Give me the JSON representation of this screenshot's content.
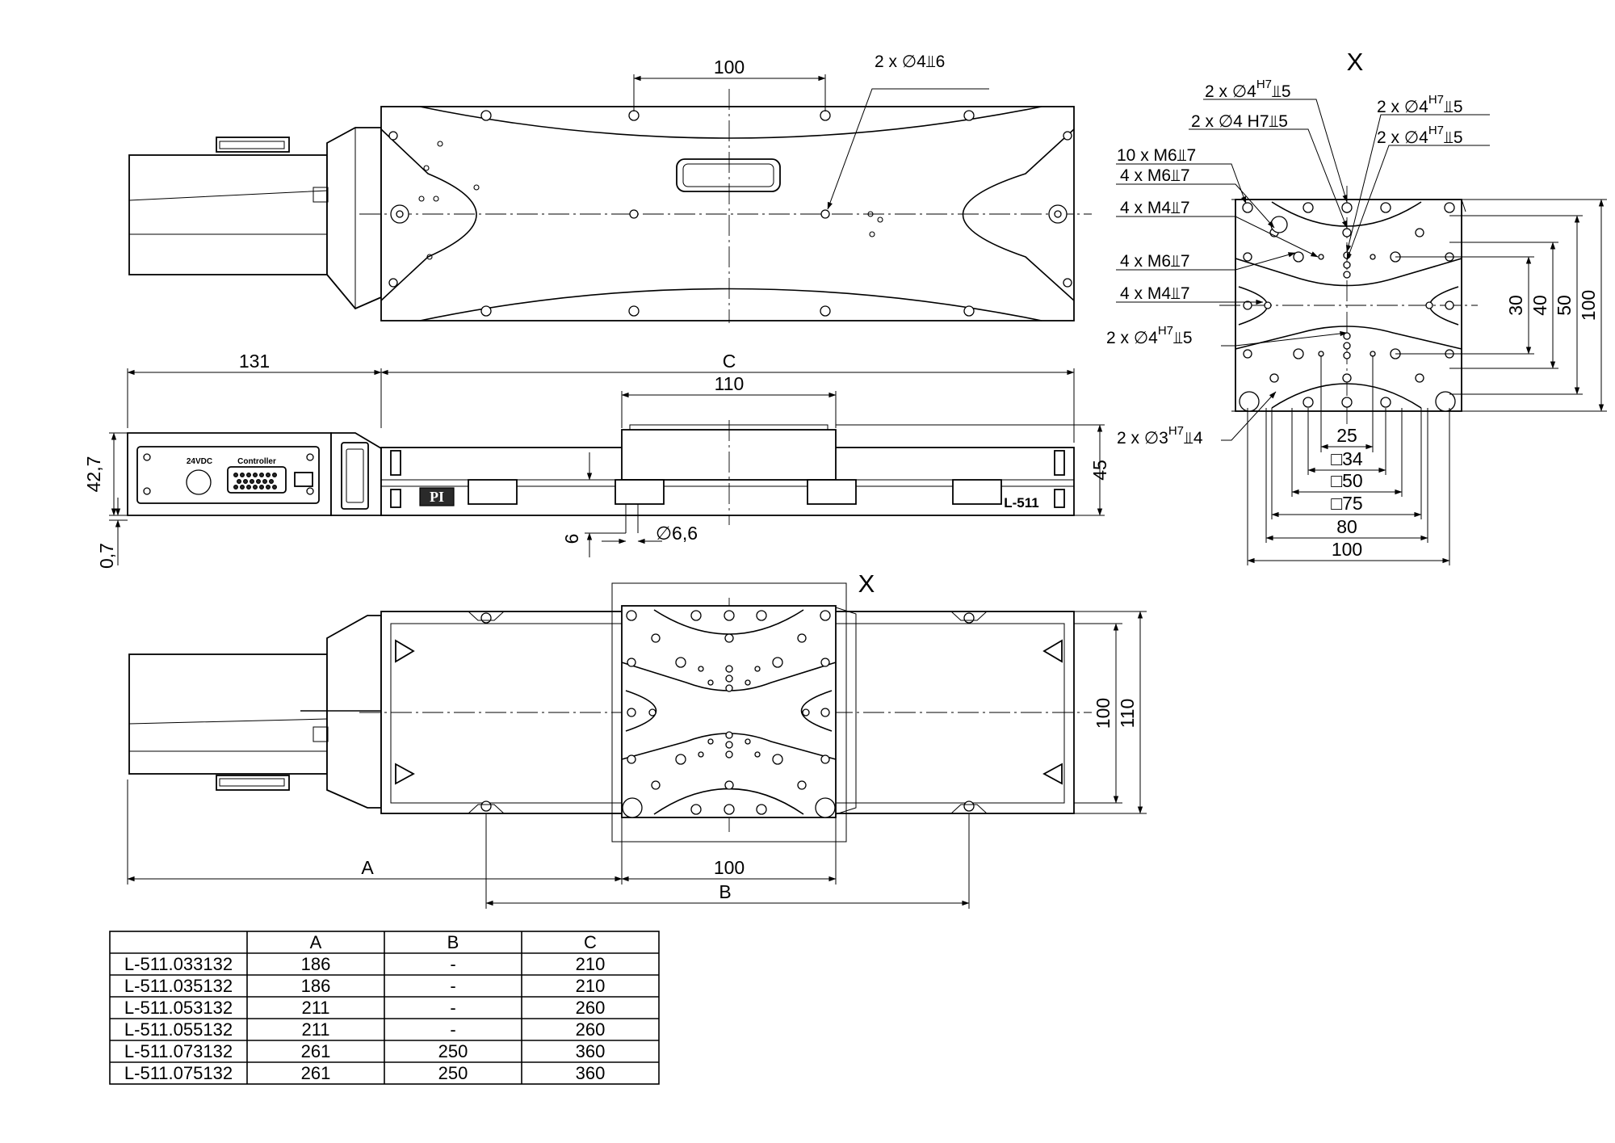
{
  "views": {
    "top": {
      "dim_100": "100",
      "callout_hole": "2 x ∅4⫫6"
    },
    "side": {
      "dim_131": "131",
      "dim_C": "C",
      "dim_110": "110",
      "dim_45": "45",
      "dim_42_7": "42,7",
      "dim_0_7": "0,7",
      "dim_6": "6",
      "dim_dia_6_6": "∅6,6",
      "label_24vdc": "24VDC",
      "label_controller": "Controller",
      "logo": "PI",
      "model": "L-511"
    },
    "bottom": {
      "marker_x": "X",
      "dim_A": "A",
      "dim_100": "100",
      "dim_B": "B",
      "dim_100_vert": "100",
      "dim_110_vert": "110"
    },
    "detail_x": {
      "title": "X",
      "callouts": [
        {
          "pre": "2 x ∅4",
          "sup": "H7",
          "post": "⫫5"
        },
        {
          "pre": "2 x ∅4 H7⫫5",
          "sup": "",
          "post": ""
        },
        {
          "pre": "2 x ∅4",
          "sup": "H7",
          "post": "⫫5"
        },
        {
          "pre": "2 x ∅4",
          "sup": "H7",
          "post": "⫫5"
        },
        {
          "pre": "10 x M6⫫7",
          "sup": "",
          "post": ""
        },
        {
          "pre": "4 x M6⫫7",
          "sup": "",
          "post": ""
        },
        {
          "pre": "4 x M4⫫7",
          "sup": "",
          "post": ""
        },
        {
          "pre": "4 x M6⫫7",
          "sup": "",
          "post": ""
        },
        {
          "pre": "4 x M4⫫7",
          "sup": "",
          "post": ""
        },
        {
          "pre": "2 x ∅4",
          "sup": "H7",
          "post": "⫫5"
        },
        {
          "pre": "2 x ∅3",
          "sup": "H7",
          "post": "⫫4"
        }
      ],
      "dim_25": "25",
      "dim_sq34": "□34",
      "dim_sq50": "□50",
      "dim_sq75": "□75",
      "dim_80": "80",
      "dim_100": "100",
      "dim_v30": "30",
      "dim_v40": "40",
      "dim_v50": "50",
      "dim_v100": "100"
    }
  },
  "table": {
    "headers": [
      "",
      "A",
      "B",
      "C"
    ],
    "rows": [
      [
        "L-511.033132",
        "186",
        "-",
        "210"
      ],
      [
        "L-511.035132",
        "186",
        "-",
        "210"
      ],
      [
        "L-511.053132",
        "211",
        "-",
        "260"
      ],
      [
        "L-511.055132",
        "211",
        "-",
        "260"
      ],
      [
        "L-511.073132",
        "261",
        "250",
        "360"
      ],
      [
        "L-511.075132",
        "261",
        "250",
        "360"
      ]
    ]
  }
}
